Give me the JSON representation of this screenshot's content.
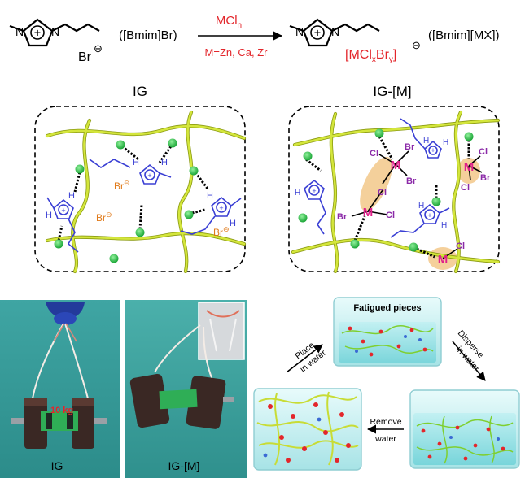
{
  "reaction": {
    "reactant_anion": "Br",
    "reactant_anion_charge": "⊖",
    "reactant_name": "([Bmim]Br)",
    "reagent_main": "MCl",
    "reagent_sub": "n",
    "reagent_condition": "M=Zn, Ca, Zr",
    "product_anion_prefix": "[MCl",
    "product_anion_x": "x",
    "product_anion_mid": "Br",
    "product_anion_y": "y",
    "product_anion_suffix": "]",
    "product_anion_charge": "⊖",
    "product_name": "([Bmim][MX])",
    "cation_charge": "+",
    "cation_n1": "N",
    "cation_n2": "N"
  },
  "panels": {
    "left_title": "IG",
    "right_title": "IG-[M]",
    "label_h": "H",
    "label_br_anion": "Br",
    "anion_charge": "⊖",
    "label_metal": "M",
    "label_cl": "Cl",
    "label_br": "Br"
  },
  "photos": {
    "photo1_weight": "10 kg",
    "photo1_caption": "IG",
    "photo2_caption": "IG-[M]"
  },
  "recycle": {
    "box_top": "Fatigued  pieces",
    "arrow_left_1": "Place",
    "arrow_left_2": "in water",
    "arrow_right_1": "Disperse",
    "arrow_right_2": "in water",
    "arrow_bottom_1": "Remove",
    "arrow_bottom_2": "water"
  },
  "colors": {
    "red": "#e3262b",
    "fiber": "#c8dc35",
    "fiber_edge": "#8a9a10",
    "green_dot": "#2fc44a",
    "blue": "#3a3fd4",
    "orange": "#e07a1a",
    "magenta": "#e0208a",
    "purple": "#8b2aa8",
    "tan": "#f3c88a"
  }
}
